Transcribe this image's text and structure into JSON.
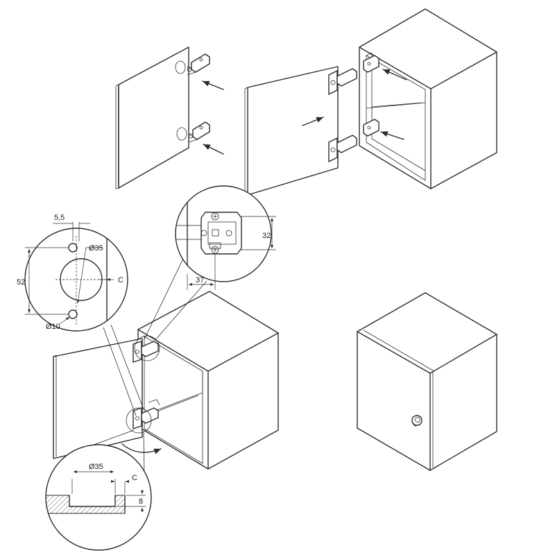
{
  "detail_top_left": {
    "dim_offset": "5,5",
    "dim_cup": "Ø35",
    "dim_spacing": "52",
    "dim_edge": "C",
    "dim_pilot": "Ø10"
  },
  "detail_plate": {
    "dim_height": "32",
    "dim_depth": "37"
  },
  "detail_bottom": {
    "dim_cup": "Ø35",
    "dim_edge": "C",
    "dim_depth": "8"
  }
}
